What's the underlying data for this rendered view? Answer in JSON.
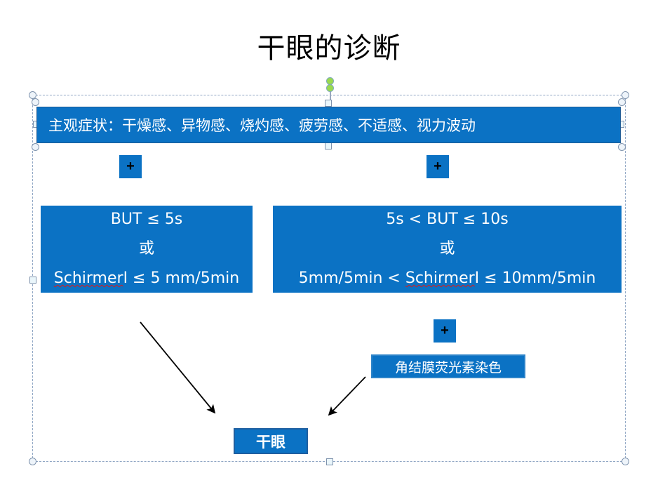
{
  "slide": {
    "title": "干眼的诊断"
  },
  "diagram": {
    "symptom_banner": {
      "text": "主观症状：干燥感、异物感、烧灼感、疲劳感、不适感、视力波动"
    },
    "connector_plus_left": {
      "label": "+"
    },
    "connector_plus_right": {
      "label": "+"
    },
    "connector_plus_stain": {
      "label": "+"
    },
    "criteria_left": {
      "line1": "BUT ≤ 5s",
      "line2": "或",
      "line3_prefix": "",
      "line3_spell": "Schirmer",
      "line3_suffix": "Ⅰ ≤ 5 mm/5min"
    },
    "criteria_right": {
      "line1": "5s < BUT ≤ 10s",
      "line2": "或",
      "line3_prefix": "5mm/5min < ",
      "line3_spell": "Schirmer",
      "line3_suffix": "Ⅰ ≤ 10mm/5min"
    },
    "stain_box": {
      "text": "角结膜荧光素染色"
    },
    "result_box": {
      "text": "干眼"
    }
  },
  "colors": {
    "shape_fill": "#0b72c4",
    "shape_text": "#ffffff",
    "banner_border": "#1e5b94",
    "stain_border": "#2e84c9",
    "result_border": "#1f5fa0",
    "selection_dash": "#8fa6c4",
    "rotate_handle": "#9ada4e",
    "spellcheck_underline": "#d81c1c",
    "arrow": "#000000",
    "background": "#ffffff",
    "title_text": "#000000"
  }
}
